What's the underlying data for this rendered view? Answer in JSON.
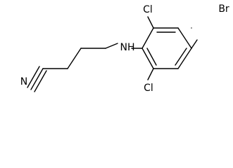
{
  "molecule": {
    "atom_labels": {
      "bromine": "Br",
      "chlorine_top": "Cl",
      "chlorine_bottom": "Cl",
      "amine": "NH",
      "nitrile_nitrogen": "N"
    }
  },
  "colors": {
    "bond": "#000000",
    "label": "#000000",
    "background": "#ffffff"
  }
}
